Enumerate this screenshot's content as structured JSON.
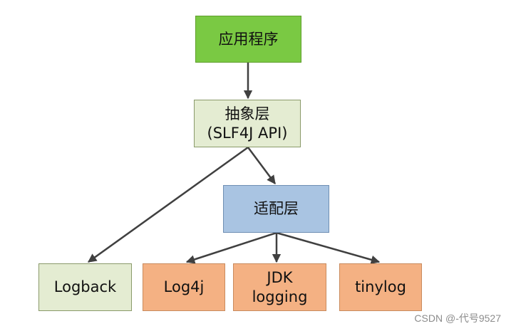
{
  "nodes": {
    "app": {
      "label": "应用程序",
      "color": "#7ac943"
    },
    "abstract": {
      "line1": "抽象层",
      "line2": "(SLF4J API)",
      "color": "#e4ecd2"
    },
    "adapter": {
      "label": "适配层",
      "color": "#a9c4e2"
    },
    "logback": {
      "label": "Logback",
      "color": "#e4ecd2"
    },
    "log4j": {
      "label": "Log4j",
      "color": "#f4b183"
    },
    "jdk": {
      "line1": "JDK",
      "line2": "logging",
      "color": "#f4b183"
    },
    "tinylog": {
      "label": "tinylog",
      "color": "#f4b183"
    }
  },
  "edges": [
    {
      "from": "应用程序",
      "to": "抽象层"
    },
    {
      "from": "抽象层",
      "to": "适配层"
    },
    {
      "from": "抽象层",
      "to": "Logback"
    },
    {
      "from": "适配层",
      "to": "Log4j"
    },
    {
      "from": "适配层",
      "to": "JDK logging"
    },
    {
      "from": "适配层",
      "to": "tinylog"
    }
  ],
  "watermark": "CSDN @-代号9527"
}
